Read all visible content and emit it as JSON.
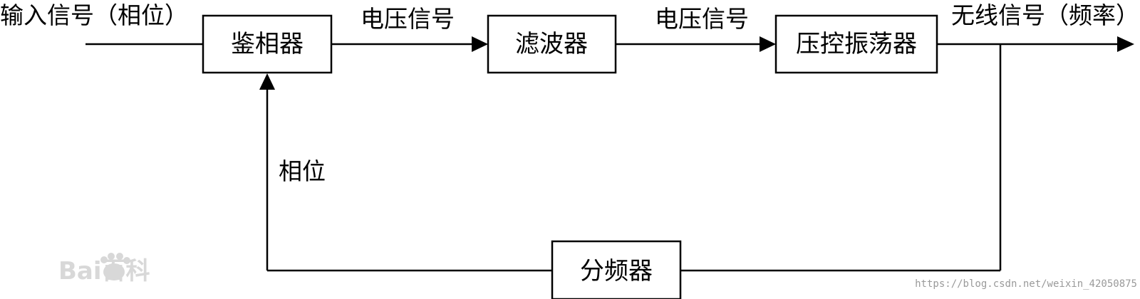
{
  "blocks": {
    "phase_detector": "鉴相器",
    "filter": "滤波器",
    "vco": "压控振荡器",
    "divider": "分频器"
  },
  "labels": {
    "input": "输入信号（相位）",
    "voltage_signal_1": "电压信号",
    "voltage_signal_2": "电压信号",
    "output": "无线信号（频率）",
    "feedback": "相位"
  },
  "watermark": {
    "baidu_logo": "Bai百科",
    "url": "https://blog.csdn.net/weixin_42050875"
  },
  "colors": {
    "line": "#000000",
    "background": "#ffffff"
  }
}
